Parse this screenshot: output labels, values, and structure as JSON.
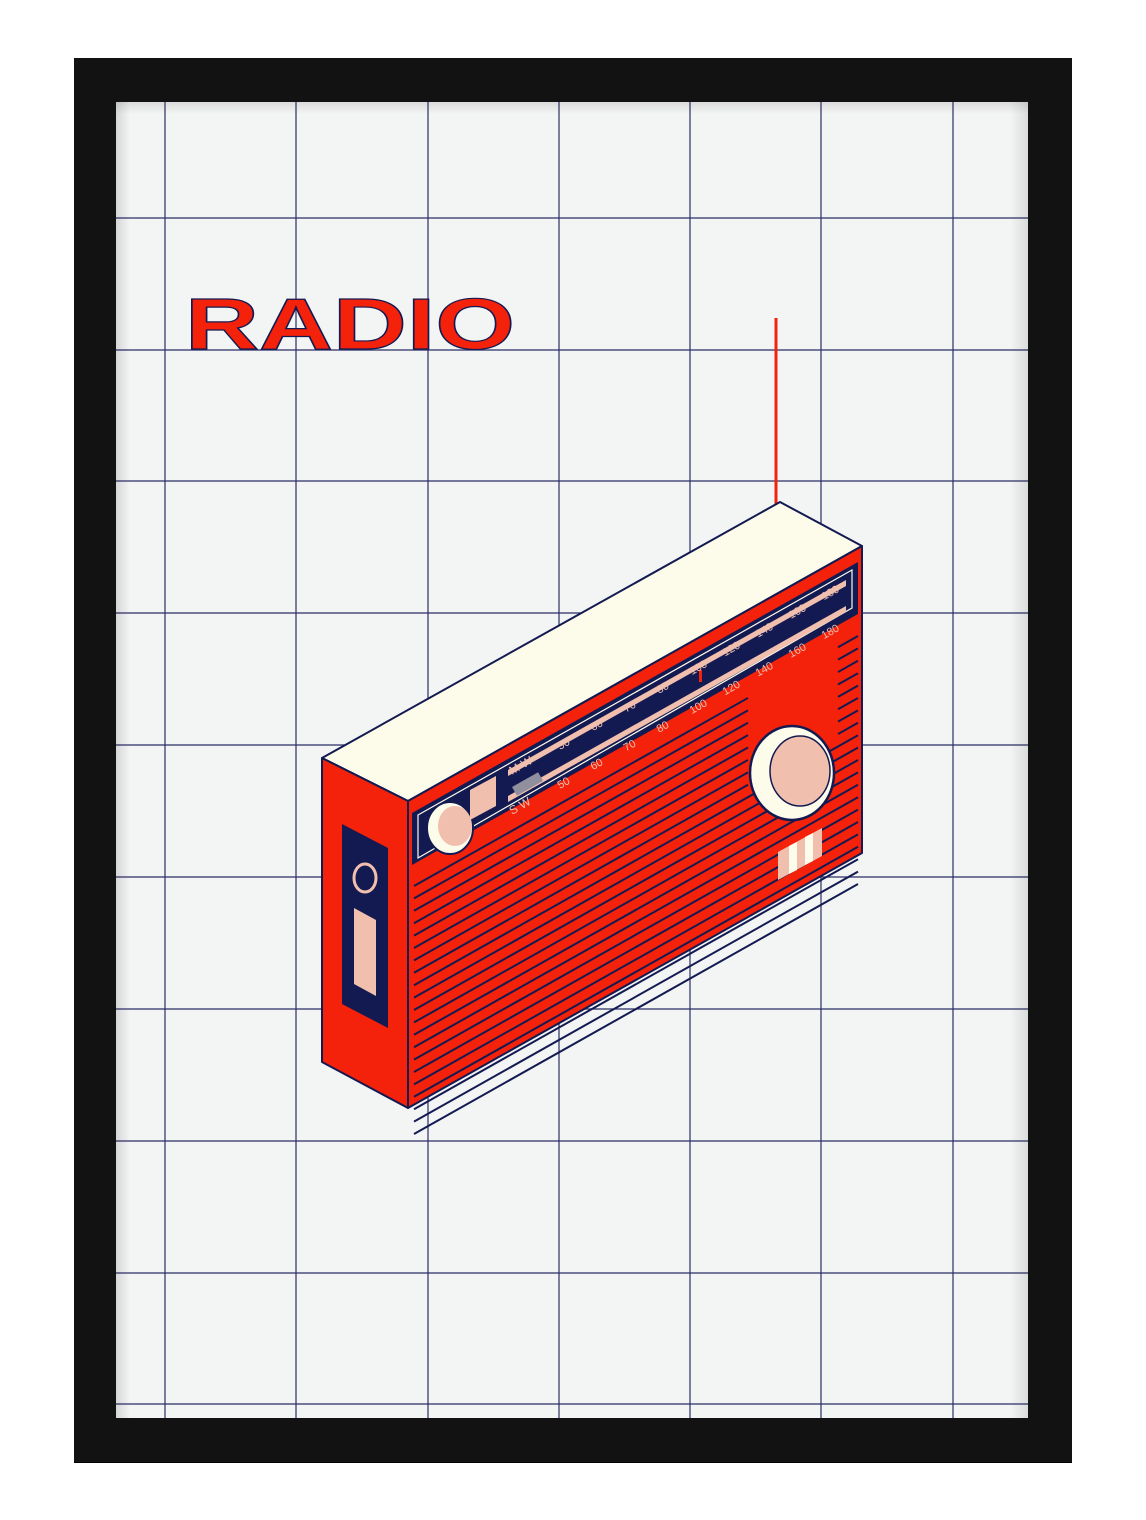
{
  "poster": {
    "title": "RADIO",
    "colors": {
      "frame": "#121212",
      "paper": "#f3f4f4",
      "grid": "#2b2f66",
      "red": "#f4220b",
      "navy": "#131a52",
      "cream": "#fdfbea",
      "pink": "#f0bfae"
    }
  },
  "radio": {
    "band_top": "M W",
    "band_bottom": "S W",
    "scale_top": [
      "50",
      "60",
      "70",
      "80",
      "100",
      "120",
      "140",
      "160",
      "180"
    ],
    "scale_bottom": [
      "50",
      "60",
      "70",
      "80",
      "100",
      "120",
      "140",
      "160",
      "180"
    ],
    "icons": {
      "antenna": "antenna-icon",
      "knob": "knob-icon",
      "button": "switch-icon"
    }
  }
}
